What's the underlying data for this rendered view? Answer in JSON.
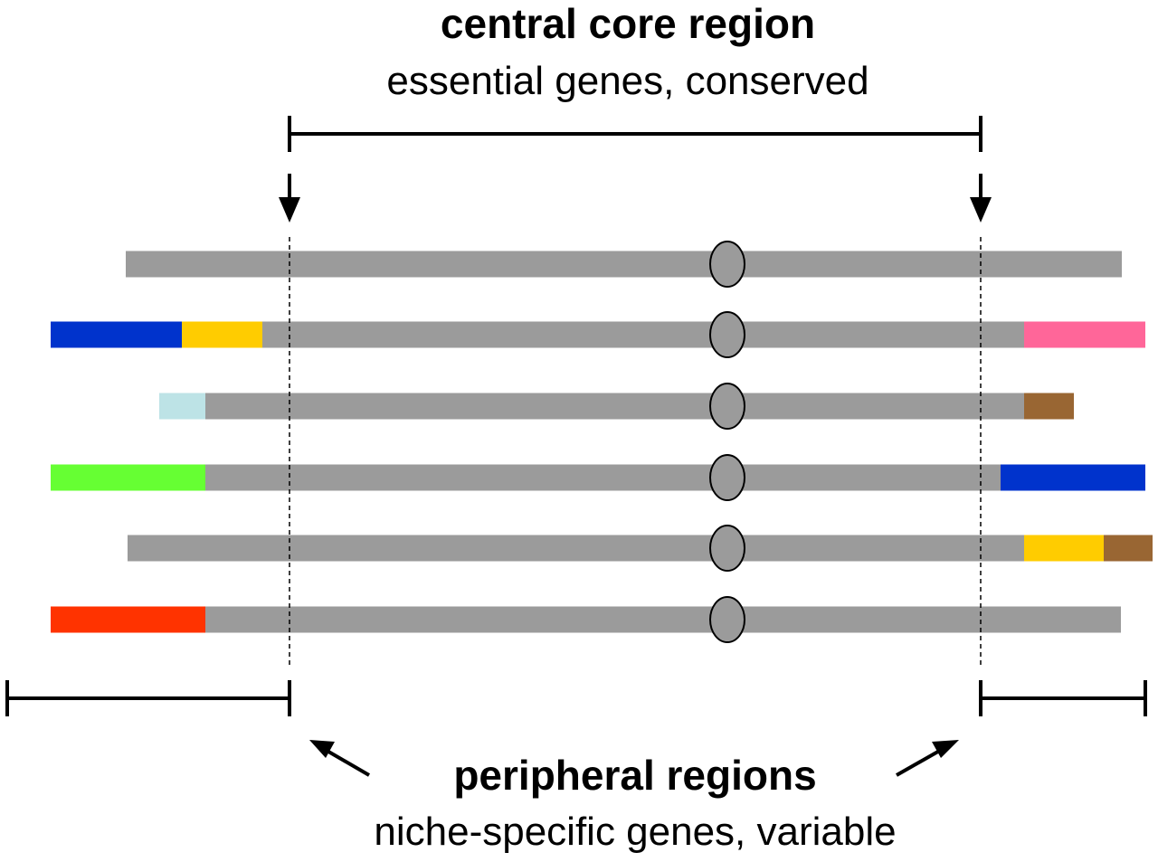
{
  "top_label": {
    "title": "central core region",
    "subtitle": "essential genes, conserved"
  },
  "bottom_label": {
    "title": "peripheral regions",
    "subtitle": "niche-specific genes, variable"
  },
  "colors": {
    "chromosome": "#9b9b9b",
    "centromere_fill": "#9b9b9b",
    "centromere_stroke": "#000000",
    "lines": "#000000"
  },
  "chromosomes": [
    {
      "left_segments": [],
      "right_segments": []
    },
    {
      "left_segments": [
        "#0033cc",
        "#ffcc00"
      ],
      "right_segments": [
        "#ff6699"
      ]
    },
    {
      "left_segments": [
        "#bde3e6"
      ],
      "right_segments": [
        "#996633"
      ]
    },
    {
      "left_segments": [
        "#66ff33"
      ],
      "right_segments": [
        "#0033cc"
      ]
    },
    {
      "left_segments": [],
      "right_segments": [
        "#ffcc00",
        "#996633"
      ]
    },
    {
      "left_segments": [
        "#ff3300"
      ],
      "right_segments": []
    }
  ]
}
